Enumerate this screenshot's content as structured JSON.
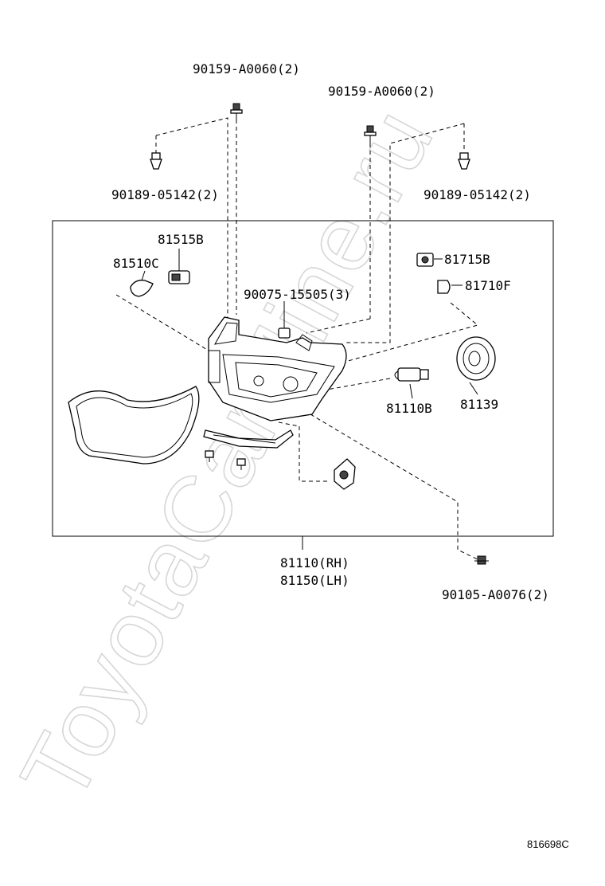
{
  "watermark": "ToyotaCarMine.ru",
  "figure_id": "816698C",
  "labels": {
    "screw_top_left": "90159-A0060(2)",
    "screw_top_right": "90159-A0060(2)",
    "clip_left": "90189-05142(2)",
    "clip_right": "90189-05142(2)",
    "socket_side": "81515B",
    "bulb_side": "81510C",
    "socket_marker": "81715B",
    "bulb_marker": "81710F",
    "nut": "90075-15505(3)",
    "bulb_headlamp": "81110B",
    "cover": "81139",
    "assembly_rh": "81110(RH)",
    "assembly_lh": "81150(LH)",
    "screw_bottom": "90105-A0076(2)"
  }
}
